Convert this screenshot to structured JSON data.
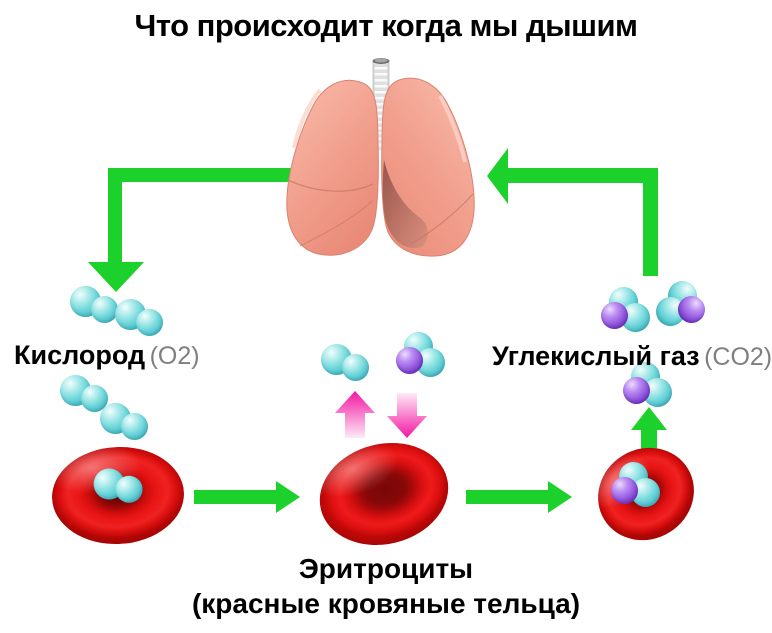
{
  "title": "Что происходит когда мы дышим",
  "oxygen_label": {
    "name": "Кислород",
    "formula": "(O2)"
  },
  "co2_label": {
    "name": "Углекислый газ",
    "formula": "(CO2)"
  },
  "caption": {
    "line1": "Эритроциты",
    "line2": "(красные кровяные тельца)"
  },
  "colors": {
    "arrow_green": "#1dd12d",
    "arrow_magenta": "#f316a2",
    "arrow_magenta_faded": "#fdeaf6",
    "molecule_cyan": "#6fd7da",
    "molecule_purple": "#8e54dc",
    "red_blood_cell": "#e01010",
    "lungs_pink": "#f2a08e",
    "trachea_gray": "#e3e3e3",
    "formula_gray": "#7f7f7f",
    "title_black": "#000000"
  },
  "icons": {
    "lungs": "lungs-icon",
    "oxygen_molecule": "two-cyan-spheres",
    "co2_molecule": "two-cyan-one-purple-sphere",
    "red_blood_cell": "red-disc"
  }
}
